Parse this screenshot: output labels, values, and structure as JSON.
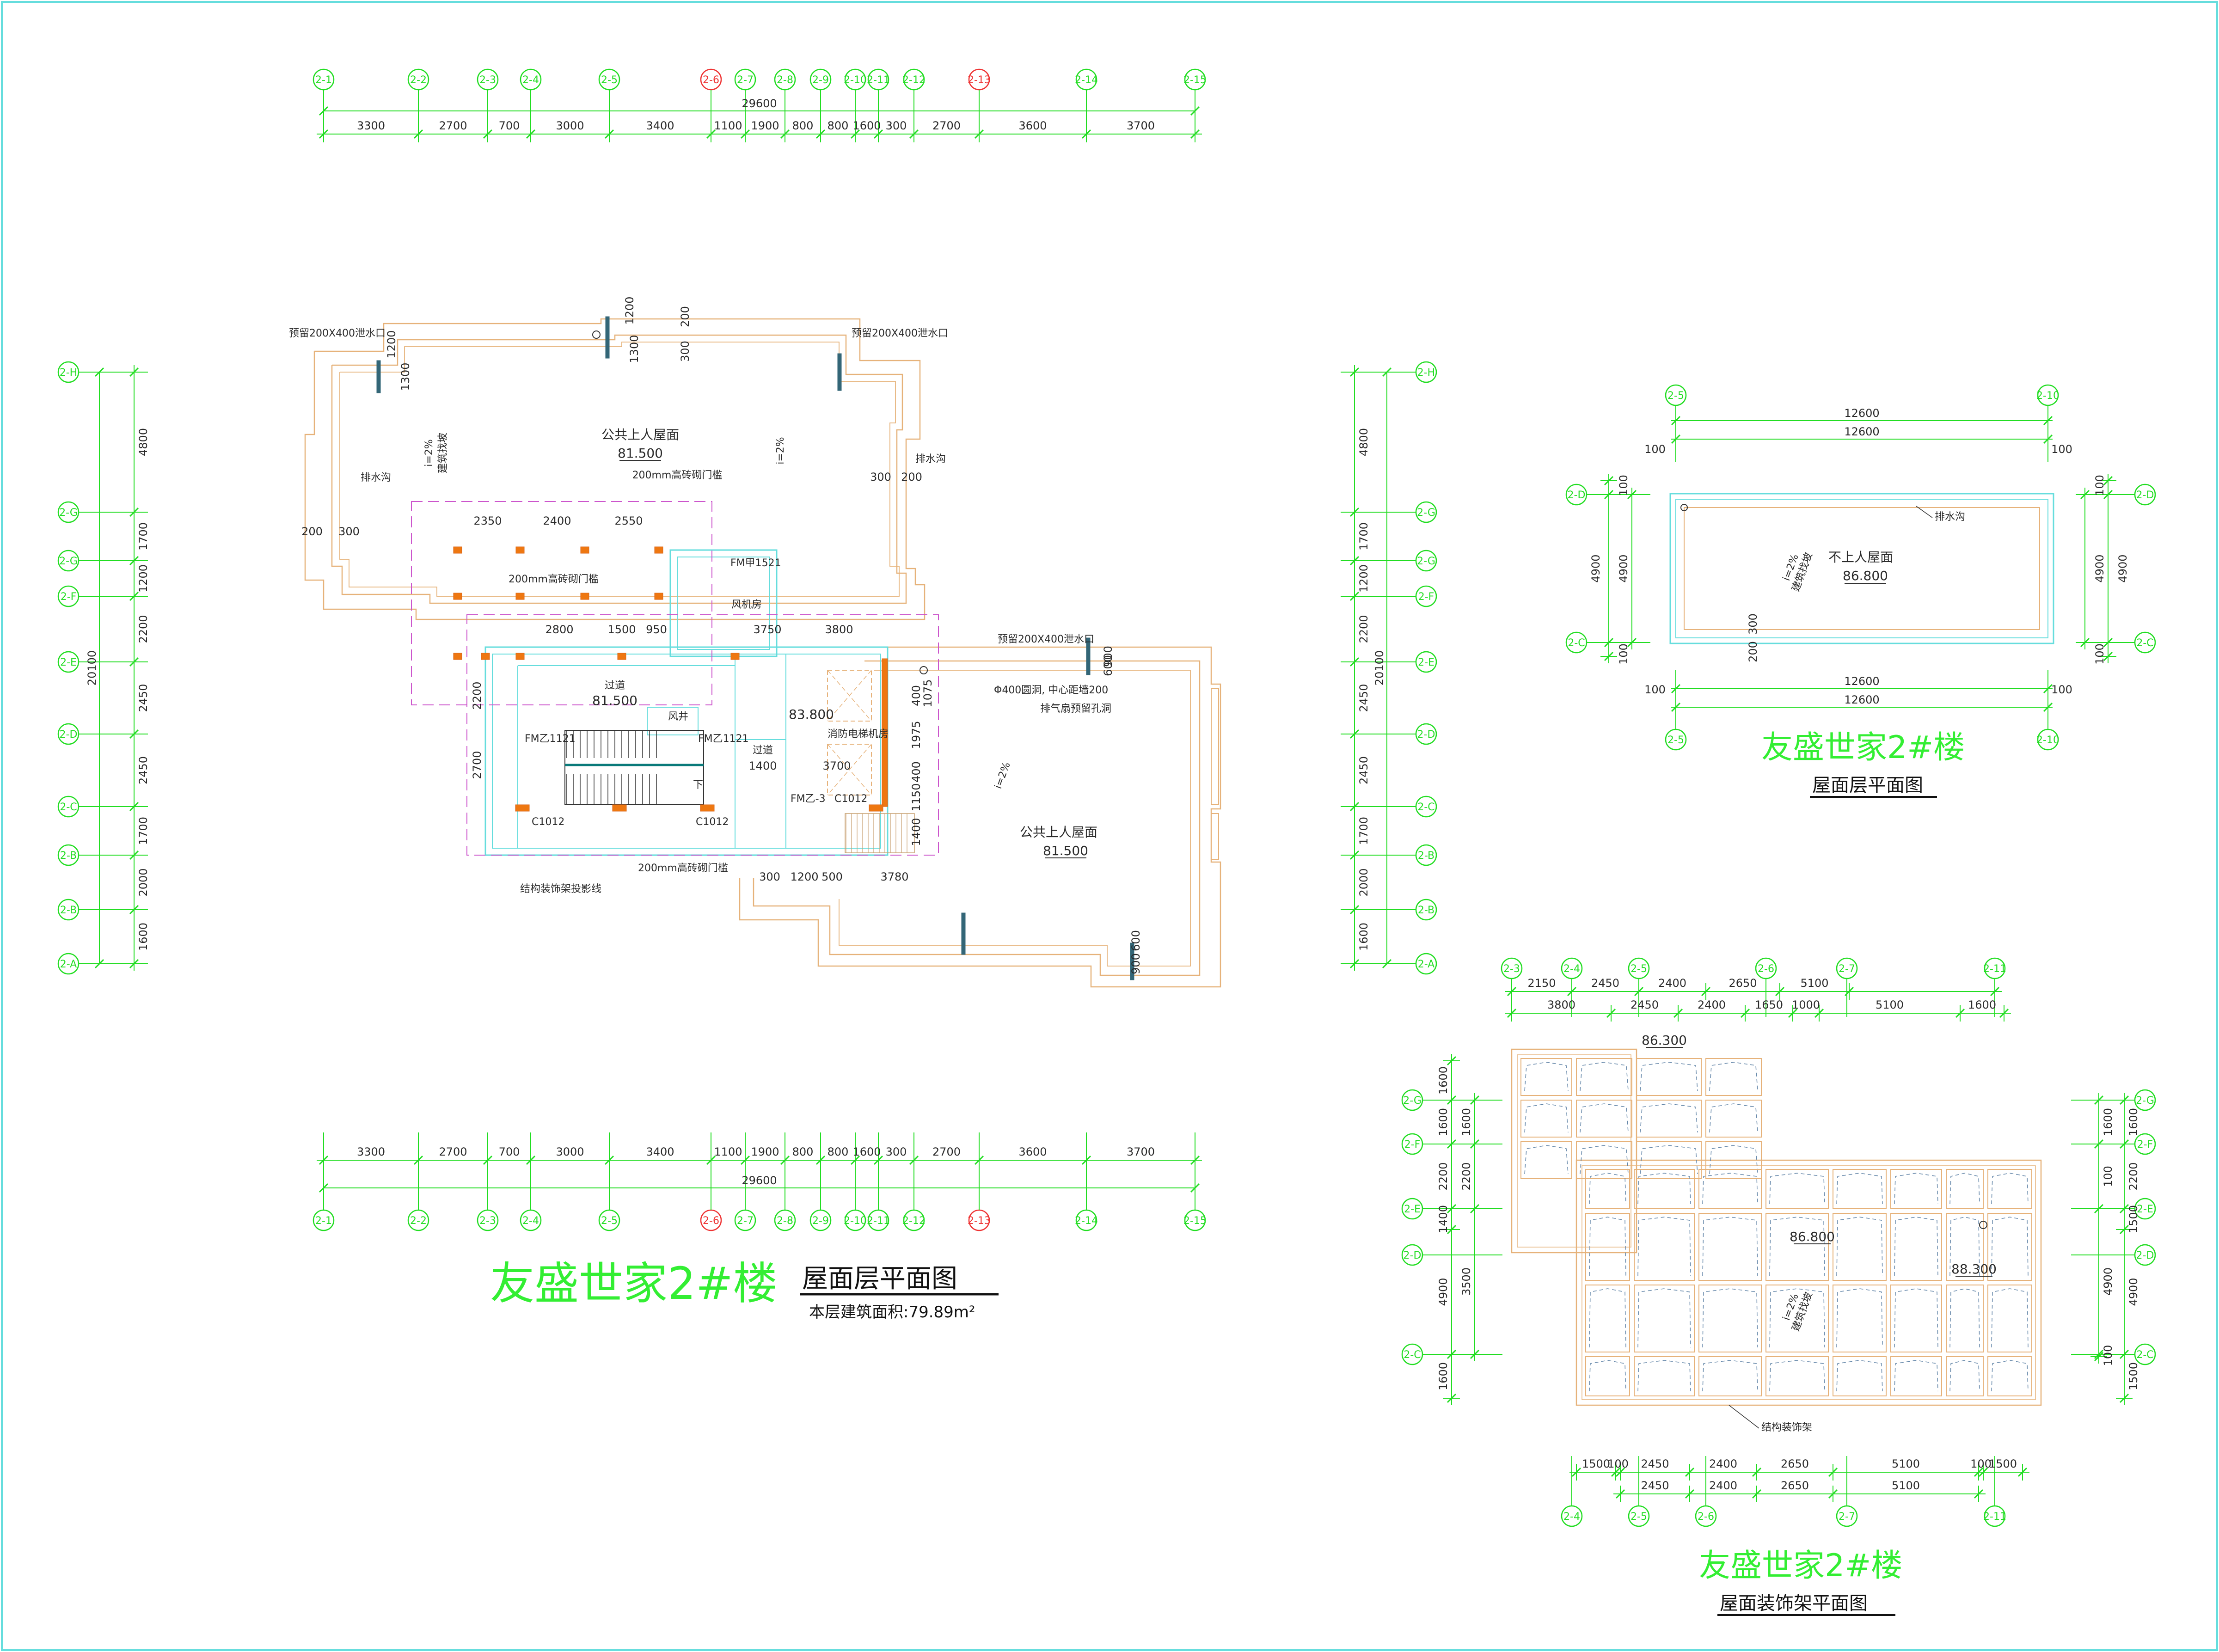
{
  "colors": {
    "dim_line": "#22dd22",
    "wall": "#e6b27a",
    "interior": "#66dddd",
    "dashed": "#cc55cc",
    "column": "#ee7711",
    "drain": "#336677",
    "title": "#33ee33",
    "red_axis": "#ee3333",
    "text": "#2a2a2a"
  },
  "sheet1": {
    "title": "友盛世家2#楼",
    "subtitle": "屋面层平面图",
    "area_note": "本层建筑面积:79.89m²",
    "top_total": "29600",
    "top_axes": [
      "2-1",
      "2-2",
      "2-3",
      "2-4",
      "2-5",
      "2-6",
      "2-7",
      "2-8",
      "2-9",
      "2-10",
      "2-11",
      "2-12",
      "2-13",
      "2-14",
      "2-15"
    ],
    "top_dims": [
      "3300",
      "2700",
      "700",
      "3000",
      "3400",
      "1100",
      "1900",
      "800",
      "800",
      "1600",
      "300",
      "2700",
      "3600",
      "3700"
    ],
    "bottom_total": "29600",
    "bottom_axes": [
      "2-1",
      "2-2",
      "2-3",
      "2-4",
      "2-5",
      "2-6",
      "2-7",
      "2-8",
      "2-9",
      "2-10",
      "2-11",
      "2-12",
      "2-13",
      "2-14",
      "2-15"
    ],
    "bottom_dims": [
      "3300",
      "2700",
      "700",
      "3000",
      "3400",
      "1100",
      "1900",
      "800",
      "800",
      "1600",
      "300",
      "2700",
      "3600",
      "3700"
    ],
    "left_total": "20100",
    "left_axes": [
      "2-H",
      "2-G",
      "2-G",
      "2-F",
      "2-E",
      "2-D",
      "2-C",
      "2-B",
      "2-B",
      "2-A"
    ],
    "left_dims": [
      "4800",
      "1700",
      "1200",
      "2200",
      "2450",
      "2450",
      "1700",
      "2000",
      "1600"
    ],
    "right_total": "20100",
    "right_axes": [
      "2-H",
      "2-G",
      "2-G",
      "2-F",
      "2-E",
      "2-D",
      "2-C",
      "2-B",
      "2-B",
      "2-A"
    ],
    "right_dims": [
      "4800",
      "1700",
      "1200",
      "2200",
      "2450",
      "2450",
      "1700",
      "2000",
      "1600"
    ],
    "labels": {
      "public_roof_1": "公共上人屋面",
      "elev_1": "81.500",
      "public_roof_2": "公共上人屋面",
      "elev_2": "81.500",
      "corridor": "过道",
      "elev_corridor": "81.500",
      "elev_machine": "83.800",
      "fan_room": "风机房",
      "fire_machine": "消防电梯机房",
      "air_shaft": "风井",
      "corridor_2": "过道",
      "reserved_drain_1": "预留200X400泄水口",
      "reserved_drain_2": "预留200X400泄水口",
      "reserved_drain_3": "预留200X400泄水口",
      "drain_ditch_1": "排水沟",
      "drain_ditch_2": "排水沟",
      "threshold_1": "200mm高砖砌门槛",
      "threshold_2": "200mm高砖砌门槛",
      "threshold_3": "200mm高砖砌门槛",
      "slope_1": "i=2%",
      "slope_2": "i=2%",
      "slope_3": "i=2%",
      "slope_note": "建筑找坡",
      "door_fm1521": "FM甲1521",
      "door_fmz1121_a": "FM乙1121",
      "door_fmz1121_b": "FM乙1121",
      "door_fmz3": "FM乙-3",
      "window_c1012_a": "C1012",
      "window_c1012_b": "C1012",
      "window_c1012_c": "C1012",
      "pipe_note": "Φ400圆洞, 中心距墙200",
      "exhaust_note": "排气扇预留孔洞",
      "deco_note": "结构装饰架投影线",
      "down": "下",
      "d2350": "2350",
      "d2400": "2400",
      "d2550": "2550",
      "d2800": "2800",
      "d1500": "1500",
      "d950": "950",
      "d3750": "3750",
      "d3800": "3800",
      "d200a": "200",
      "d300a": "300",
      "d300b": "300",
      "d200b": "200",
      "d1200a": "1200",
      "d1300a": "1300",
      "d300c": "300",
      "d200c": "200",
      "d1200b": "1200",
      "d1300b": "1300",
      "d2200": "2200",
      "d2700": "2700",
      "d1400": "1400",
      "d3700": "3700",
      "d400": "400",
      "d1075": "1075",
      "d1975": "1975",
      "d400b": "400",
      "d1150": "1150",
      "d1400b": "1400",
      "d900a": "900",
      "d600": "600",
      "d900b": "900",
      "d600b": "600",
      "d300d": "300",
      "d1200c": "1200",
      "d500": "500",
      "d3780": "3780"
    }
  },
  "sheet2": {
    "title": "友盛世家2#楼",
    "subtitle": "屋面层平面图",
    "axis_left": "2-5",
    "axis_right": "2-10",
    "axis_top": "2-D",
    "axis_bottom": "2-C",
    "dims_top": [
      "12600",
      "12600"
    ],
    "dims_bottom": [
      "12600",
      "12600"
    ],
    "side_dims": [
      "100",
      "4900",
      "4900",
      "100"
    ],
    "side_small": [
      "100",
      "100",
      "100",
      "100"
    ],
    "roof_label": "不上人屋面",
    "elev": "86.800",
    "drain": "排水沟",
    "slope": "i=2%",
    "slope_note": "建筑找坡",
    "d300": "300",
    "d200": "200"
  },
  "sheet3": {
    "title": "友盛世家2#楼",
    "subtitle": "屋面装饰架平面图",
    "top_axes": [
      "2-3",
      "2-4",
      "2-5",
      "2-6",
      "2-7",
      "2-11"
    ],
    "top_dims_1": [
      "2150",
      "2450",
      "2400",
      "2650",
      "5100"
    ],
    "top_dims_2": [
      "3800",
      "2450",
      "2400",
      "1650",
      "1000",
      "5100",
      "1600"
    ],
    "bottom_axes": [
      "2-4",
      "2-5",
      "2-6",
      "2-7",
      "2-11"
    ],
    "bottom_dims_1": [
      "1500",
      "100",
      "2450",
      "2400",
      "2650",
      "5100",
      "100",
      "1500"
    ],
    "bottom_dims_2": [
      "2450",
      "2400",
      "2650",
      "5100"
    ],
    "left_axes": [
      "2-G",
      "2-F",
      "2-E",
      "2-D",
      "2-C"
    ],
    "left_dims_1": [
      "1600",
      "1600",
      "2200",
      "1400",
      "4900",
      "1600"
    ],
    "left_dims_2": [
      "1600",
      "2200",
      "3500"
    ],
    "right_axes": [
      "2-G",
      "2-F",
      "2-E",
      "2-D",
      "2-C"
    ],
    "right_dims_1": [
      "1600",
      "2200",
      "1500",
      "4900",
      "1500"
    ],
    "right_dims_2": [
      "1600",
      "100",
      "4900",
      "100"
    ],
    "elev_1": "86.300",
    "elev_2": "86.800",
    "elev_3": "88.300",
    "slope": "i=2%",
    "slope_note": "建筑找坡",
    "note": "结构装饰架"
  }
}
